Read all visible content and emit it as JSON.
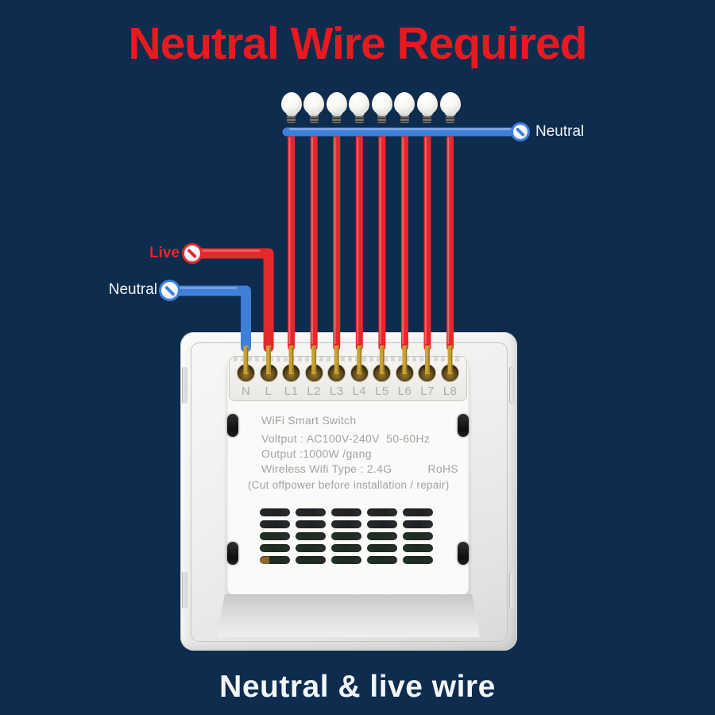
{
  "title": "Neutral Wire Required",
  "caption": "Neutral & live wire",
  "wiring": {
    "neutral_top_label": "Neutral",
    "live_label": "Live",
    "neutral_left_label": "Neutral",
    "bulb_count": 8,
    "colors": {
      "live_wire": "#e4282c",
      "neutral_wire": "#3f7fd9",
      "wire_tip_gold": "#c9a231",
      "title_red": "#e81a20"
    }
  },
  "device": {
    "terminal_labels": [
      "N",
      "L",
      "L1",
      "L2",
      "L3",
      "L4",
      "L5",
      "L6",
      "L7",
      "L8"
    ],
    "info_lines": {
      "name": "WiFi Smart Switch",
      "voltage": "Voltput : AC100V-240V  50-60Hz",
      "output": "Output :1000W /gang",
      "wifi": "Wireless Wifi Type : 2.4G",
      "rohs": "RoHS",
      "warning": "(Cut offpower before installation / repair)"
    }
  }
}
